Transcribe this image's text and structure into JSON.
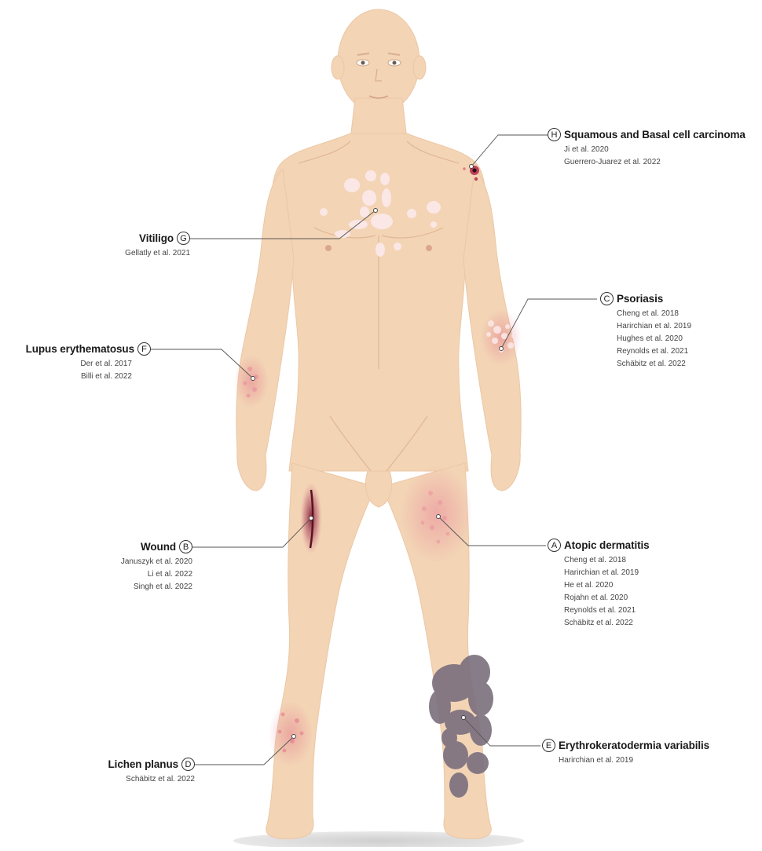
{
  "colors": {
    "skin": "#f3d4b5",
    "skin_shadow": "#e3bb98",
    "leader_line": "#555555",
    "vitiligo": "#fbe7e6",
    "inflamed": "#e8899a",
    "wound": "#8a2c42",
    "erythrokeratoderma": "#7a6f7d"
  },
  "labels": [
    {
      "letter": "A",
      "name": "Atopic dermatitis",
      "side": "right",
      "refs": [
        "Cheng et al. 2018",
        "Harirchian et al. 2019",
        "He et al. 2020",
        "Rojahn et al. 2020",
        "Reynolds et al. 2021",
        "Schäbitz et al. 2022"
      ]
    },
    {
      "letter": "B",
      "name": "Wound",
      "side": "left",
      "refs": [
        "Januszyk et al. 2020",
        "Li et al. 2022",
        "Singh et al. 2022"
      ]
    },
    {
      "letter": "C",
      "name": "Psoriasis",
      "side": "right",
      "refs": [
        "Cheng et al. 2018",
        "Harirchian et al. 2019",
        "Hughes et al. 2020",
        "Reynolds et al. 2021",
        "Schäbitz et al. 2022"
      ]
    },
    {
      "letter": "D",
      "name": "Lichen planus",
      "side": "left",
      "refs": [
        "Schäbitz et al. 2022"
      ]
    },
    {
      "letter": "E",
      "name": "Erythrokeratodermia variabilis",
      "side": "right",
      "refs": [
        "Harirchian et al. 2019"
      ]
    },
    {
      "letter": "F",
      "name": "Lupus erythematosus",
      "side": "left",
      "refs": [
        "Der et al. 2017",
        "Billi et al. 2022"
      ]
    },
    {
      "letter": "G",
      "name": "Vitiligo",
      "side": "left",
      "refs": [
        "Gellatly et al. 2021"
      ]
    },
    {
      "letter": "H",
      "name": "Squamous and Basal cell carcinoma",
      "side": "right",
      "refs": [
        "Ji et al. 2020",
        "Guerrero-Juarez et al. 2022"
      ]
    }
  ]
}
